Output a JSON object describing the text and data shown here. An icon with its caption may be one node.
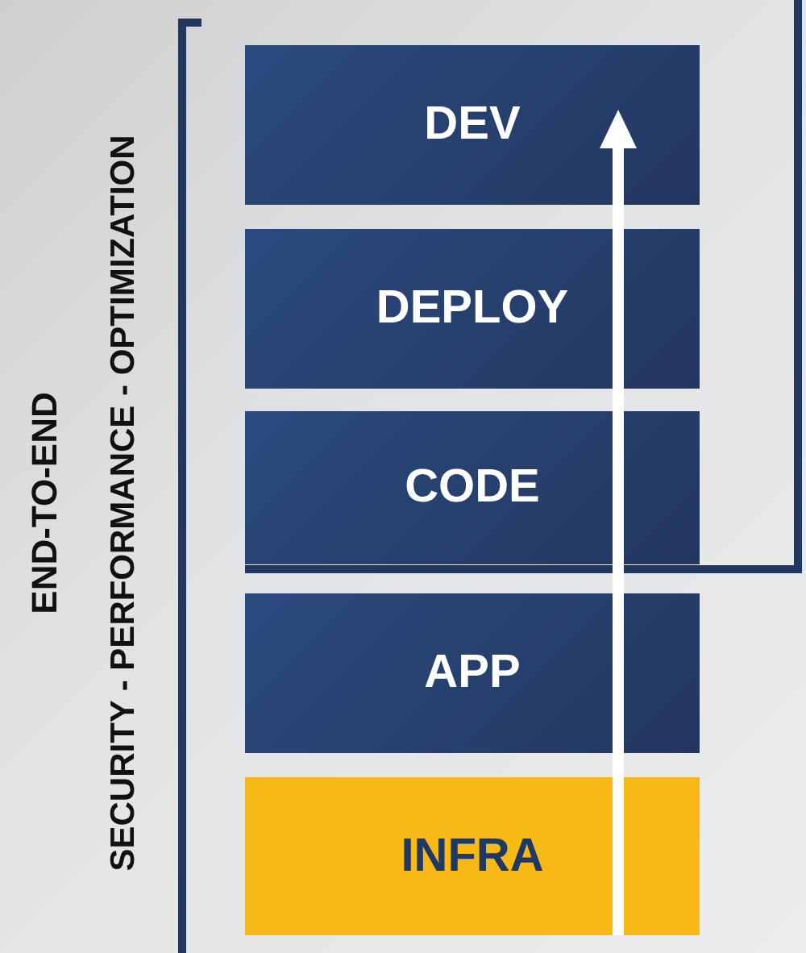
{
  "diagram": {
    "nodes": [
      {
        "text": [
          "DEV"
        ]
      },
      {
        "text": [
          "DEPLOY"
        ]
      },
      {
        "text": [
          "CODE"
        ]
      },
      {
        "text": [
          "APP"
        ]
      },
      {
        "text": [
          "INFRA"
        ]
      }
    ],
    "labels": [
      "END-TO-END",
      "SECURITY - PERFORMANCE - OPTIMIZATION"
    ]
  }
}
